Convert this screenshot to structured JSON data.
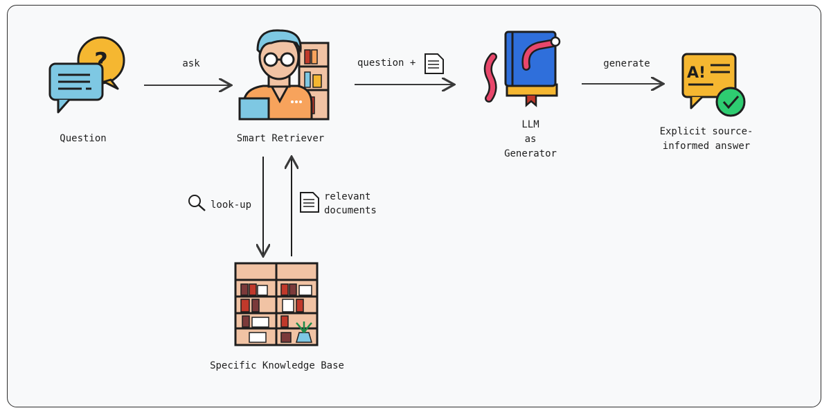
{
  "nodes": {
    "question": "Question",
    "retriever": "Smart Retriever",
    "llm_line1": "LLM",
    "llm_line2": "as",
    "llm_line3": "Generator",
    "answer_line1": "Explicit source-",
    "answer_line2": "informed answer",
    "knowledge_base": "Specific Knowledge Base"
  },
  "edges": {
    "ask": "ask",
    "question_plus": "question +",
    "generate": "generate",
    "lookup": "look-up",
    "relevant_line1": "relevant",
    "relevant_line2": "documents"
  },
  "answer_icon_text": "A!",
  "colors": {
    "ink": "#1e1e1e",
    "yellow": "#f5b731",
    "blue": "#7ec8e3",
    "orange": "#f7a35c",
    "bookshelf": "#f1c3a4",
    "book_dark": "#7b3a3a",
    "book_red": "#c0392b",
    "llm_book": "#2f6fdb",
    "worm": "#e8476b",
    "check": "#2ecc71"
  },
  "icons": [
    "question-bubble-icon",
    "retriever-person-icon",
    "llm-book-icon",
    "answer-check-icon",
    "bookshelf-icon",
    "magnifier-icon",
    "document-icon"
  ]
}
